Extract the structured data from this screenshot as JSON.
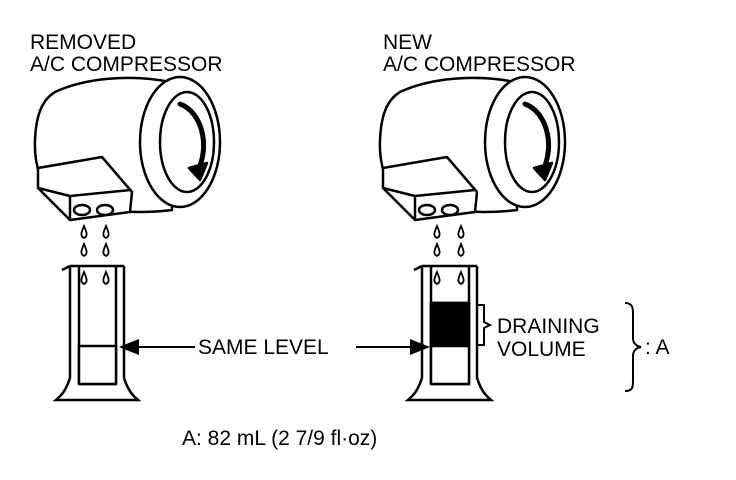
{
  "removed_compressor": {
    "label_line1": "REMOVED",
    "label_line2": "A/C COMPRESSOR"
  },
  "new_compressor": {
    "label_line1": "NEW",
    "label_line2": "A/C COMPRESSOR"
  },
  "same_level_label": "SAME LEVEL",
  "draining_volume": {
    "line1": "DRAINING",
    "line2": "VOLUME"
  },
  "total_label": ": A",
  "spec_note": "A: 82 mL (2 7/9 fl·oz)",
  "colors": {
    "ink": "#000000",
    "paper": "#ffffff"
  }
}
